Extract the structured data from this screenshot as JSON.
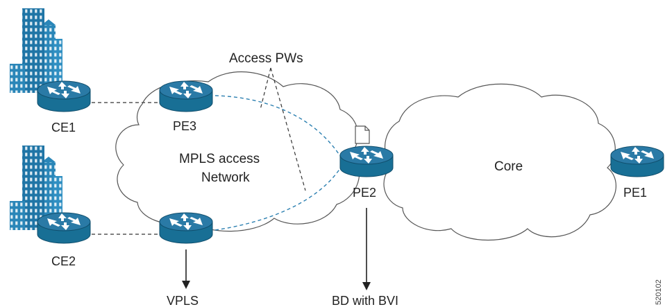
{
  "labels": {
    "access_pws": "Access PWs",
    "mpls_line1": "MPLS access",
    "mpls_line2": "Network",
    "core": "Core",
    "ce1": "CE1",
    "ce2": "CE2",
    "pe3": "PE3",
    "pe2": "PE2",
    "pe1": "PE1",
    "vpls": "VPLS",
    "bd_bvi": "BD with BVI",
    "figure_id": "520102"
  },
  "colors": {
    "router_top": "#1f5f82",
    "router_body": "#186f95",
    "building": "#2a86b8",
    "link_dark": "#555555",
    "link_pw": "#2b7fb0"
  },
  "icons": {
    "router": "router-icon",
    "building": "building-icon",
    "document": "document-icon"
  }
}
